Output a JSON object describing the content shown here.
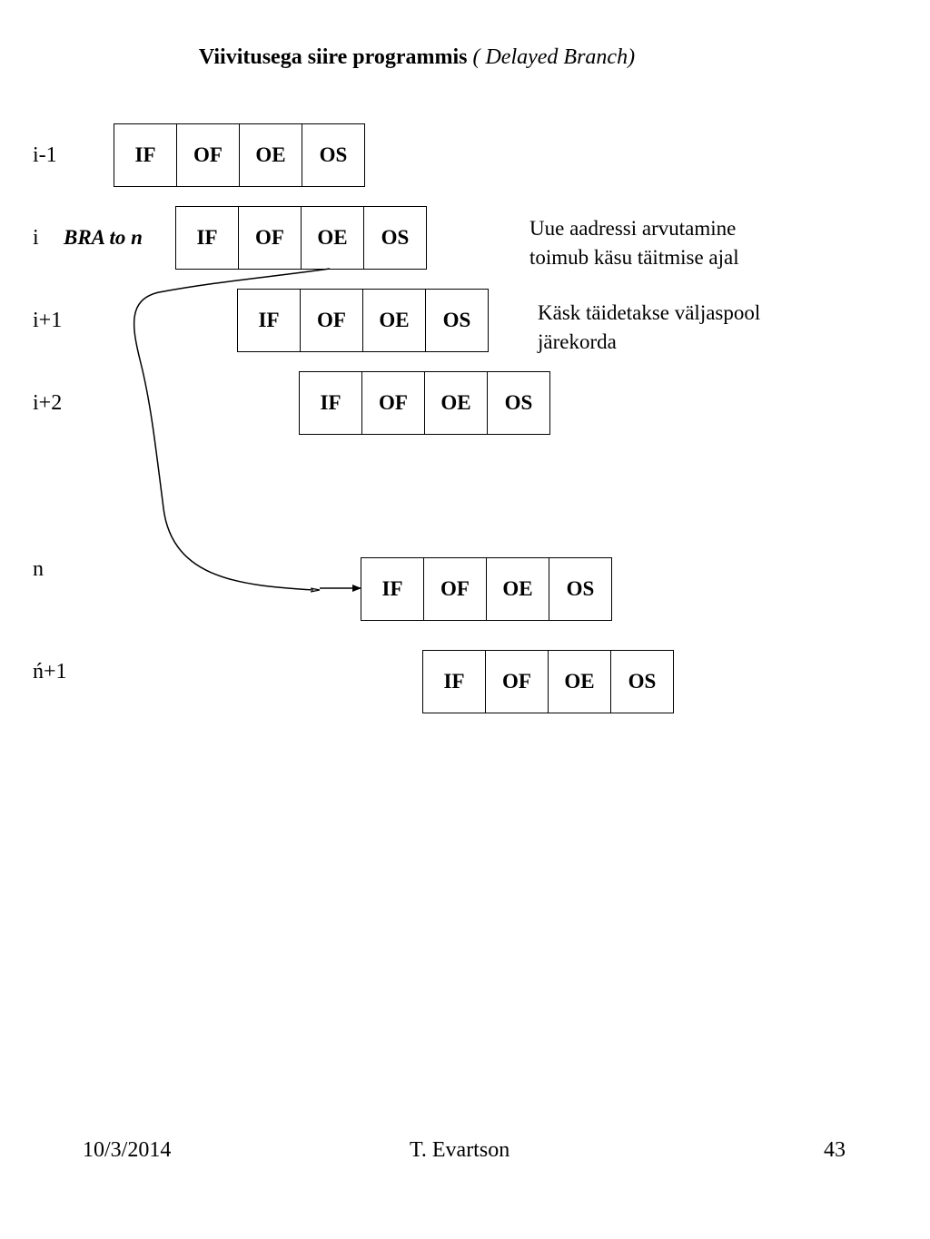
{
  "title": {
    "main": "Viivitusega siire programmis",
    "sub": "( Delayed Branch)"
  },
  "stages": [
    "IF",
    "OF",
    "OE",
    "OS"
  ],
  "rows": [
    {
      "label": "i-1",
      "instruction": ""
    },
    {
      "label": "i",
      "instruction": "BRA to n"
    },
    {
      "label": "i+1",
      "instruction": ""
    },
    {
      "label": "i+2",
      "instruction": ""
    },
    {
      "label": "n",
      "instruction": ""
    },
    {
      "label": "ń+1",
      "instruction": ""
    }
  ],
  "notes": [
    {
      "line1": "Uue aadressi arvutamine",
      "line2": "toimub käsu täitmise ajal"
    },
    {
      "line1": "Käsk täidetakse väljaspool",
      "line2": "järekorda"
    }
  ],
  "footer": {
    "date": "10/3/2014",
    "author": "T. Evartson",
    "page": "43"
  }
}
